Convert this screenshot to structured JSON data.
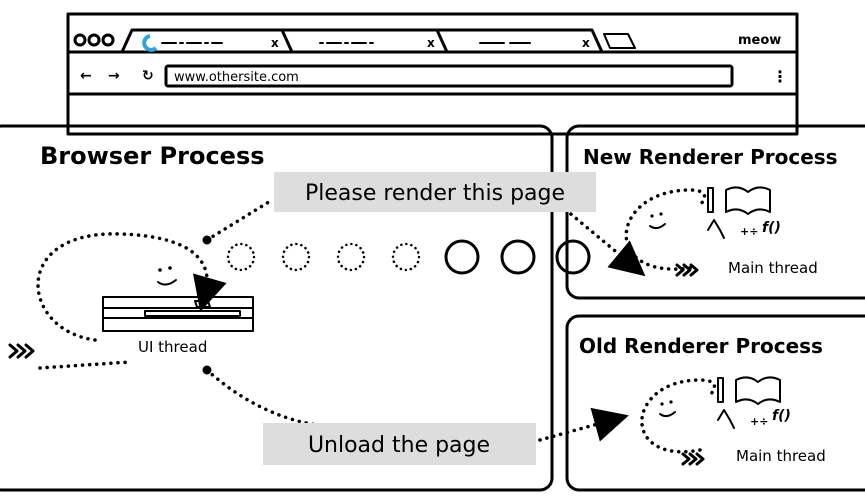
{
  "browser_window": {
    "tab_app_label": "meow",
    "url": "www.othersite.com",
    "accent_color": "#2aa6e0"
  },
  "browser_process": {
    "title": "Browser Process",
    "ui_thread_label": "UI thread",
    "message_render": "Please render this page",
    "message_unload": "Unload the page"
  },
  "new_renderer": {
    "title": "New Renderer Process",
    "thread_label": "Main thread"
  },
  "old_renderer": {
    "title": "Old Renderer Process",
    "thread_label": "Main thread"
  },
  "colors": {
    "label_bg": "#dddddd",
    "stroke": "#000000"
  }
}
